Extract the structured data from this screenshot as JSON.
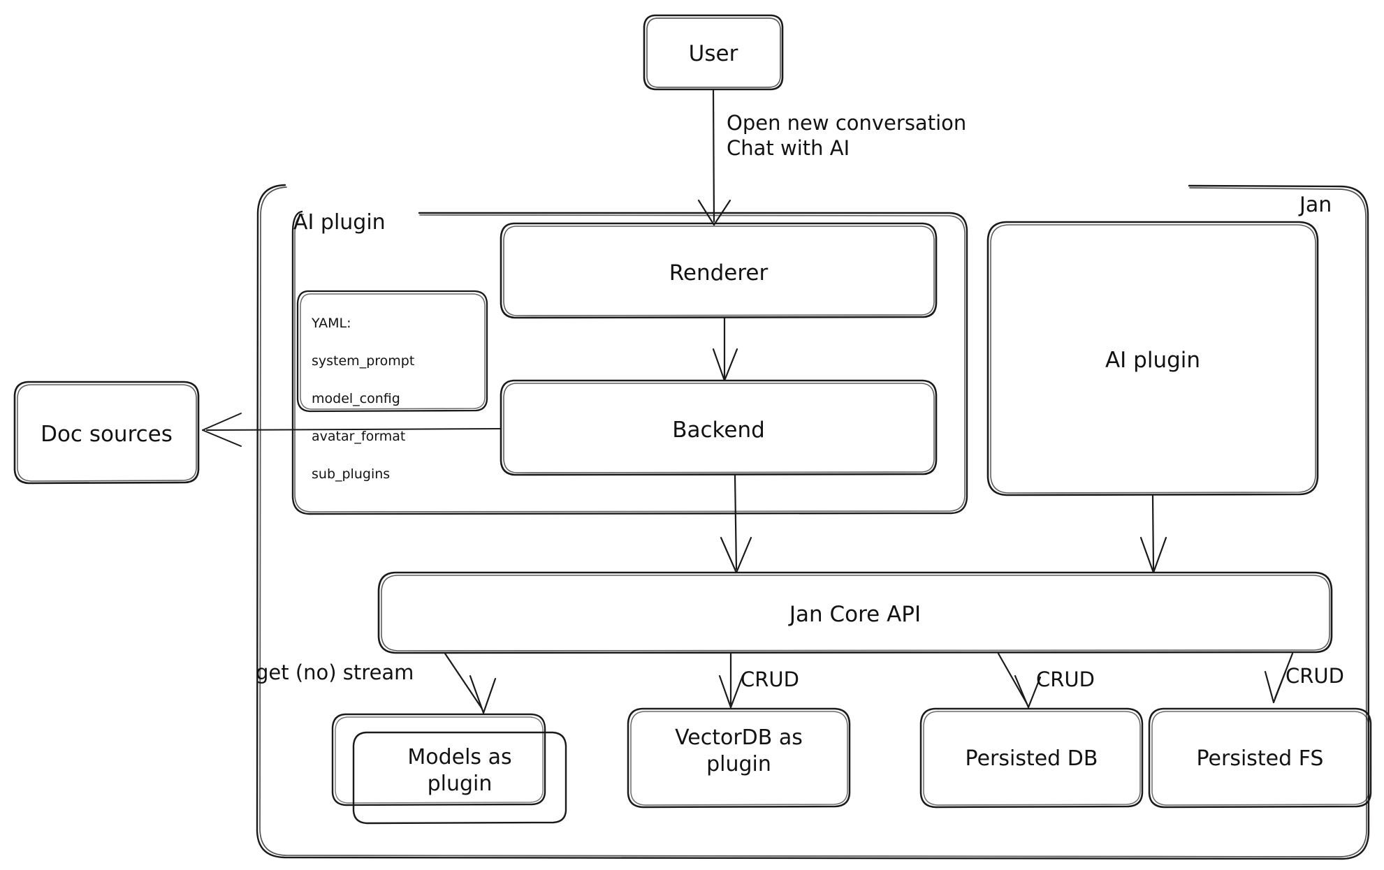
{
  "diagram": {
    "style": "hand-drawn",
    "stroke_color": "#1a1a1a",
    "background": "#ffffff",
    "text_color": "#121212"
  },
  "groups": {
    "jan": {
      "label": "Jan"
    },
    "ai_plugin_group": {
      "label": "AI plugin"
    }
  },
  "nodes": {
    "user": {
      "label": "User"
    },
    "renderer": {
      "label": "Renderer"
    },
    "backend": {
      "label": "Backend"
    },
    "ai_plugin": {
      "label": "AI plugin"
    },
    "doc_sources": {
      "label": "Doc sources"
    },
    "jan_core_api": {
      "label": "Jan Core API"
    },
    "models_as_plugin": {
      "label": "Models as\nplugin"
    },
    "vectordb_as_plugin": {
      "label": "VectorDB as\nplugin"
    },
    "persisted_db": {
      "label": "Persisted DB"
    },
    "persisted_fs": {
      "label": "Persisted FS"
    }
  },
  "yaml_card": {
    "title": "YAML:",
    "lines": [
      "system_prompt",
      "model_config",
      "avatar_format",
      "sub_plugins"
    ]
  },
  "edges": {
    "user_to_renderer": {
      "label": "Open new conversation\nChat with AI"
    },
    "renderer_to_backend": {
      "label": ""
    },
    "backend_to_doc_sources": {
      "label": ""
    },
    "backend_to_core": {
      "label": ""
    },
    "ai_plugin_to_core": {
      "label": ""
    },
    "core_to_models": {
      "label": "get (no) stream"
    },
    "core_to_vectordb": {
      "label": "CRUD"
    },
    "core_to_persisted_db": {
      "label": "CRUD"
    },
    "core_to_persisted_fs": {
      "label": "CRUD"
    }
  }
}
